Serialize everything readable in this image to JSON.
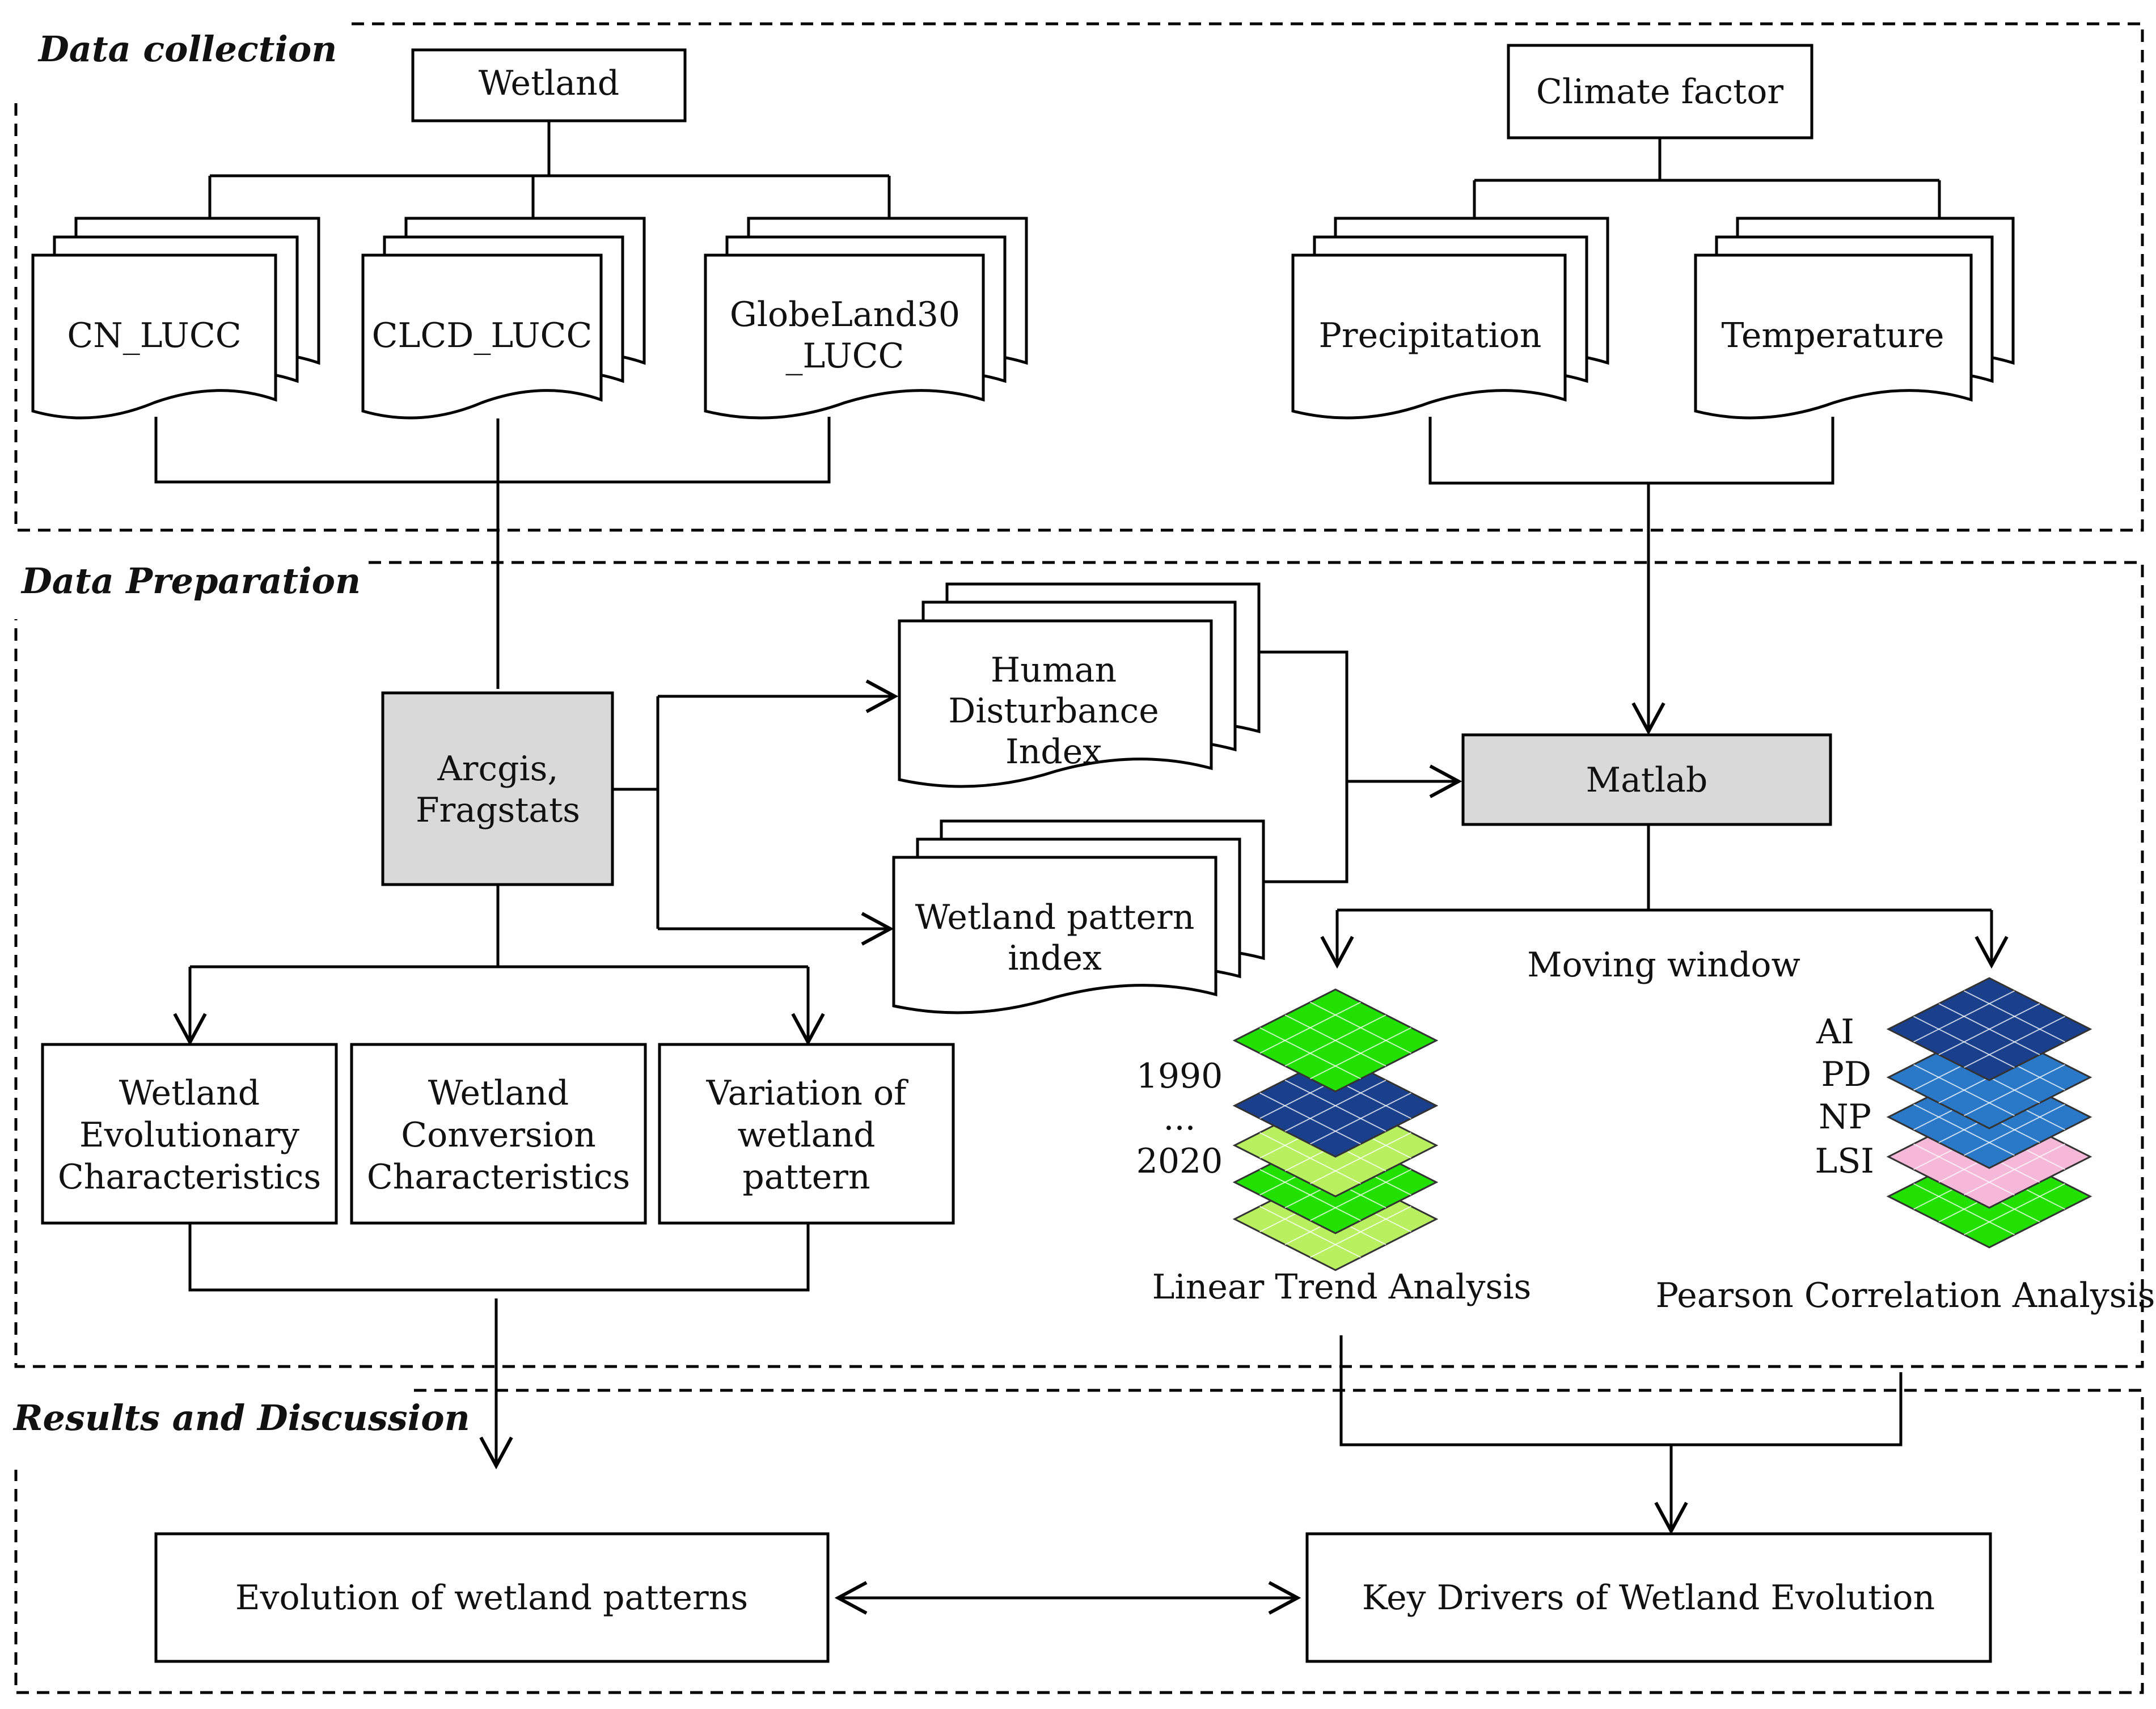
{
  "sections": {
    "data_collection": "Data collection",
    "data_preparation": "Data Preparation",
    "results_discussion": "Results and Discussion"
  },
  "collection": {
    "wetland": "Wetland",
    "cn_lucc": "CN_LUCC",
    "clcd_lucc": "CLCD_LUCC",
    "globeland_line1": "GlobeLand30",
    "globeland_line2": "_LUCC",
    "climate_factor": "Climate factor",
    "precipitation": "Precipitation",
    "temperature": "Temperature"
  },
  "preparation": {
    "arcgis_line1": "Arcgis,",
    "arcgis_line2": "Fragstats",
    "hdi_line1": "Human",
    "hdi_line2": "Disturbance",
    "hdi_line3": "Index",
    "wpi_line1": "Wetland pattern",
    "wpi_line2": "index",
    "matlab": "Matlab",
    "moving_window": "Moving window",
    "evo_line1": "Wetland",
    "evo_line2": "Evolutionary",
    "evo_line3": "Characteristics",
    "conv_line1": "Wetland",
    "conv_line2": "Conversion",
    "conv_line3": "Characteristics",
    "var_line1": "Variation of",
    "var_line2": "wetland",
    "var_line3": "pattern",
    "year_start": "1990",
    "year_dots": "...",
    "year_end": "2020",
    "linear_trend": "Linear Trend Analysis",
    "idx_ai": "AI",
    "idx_pd": "PD",
    "idx_np": "NP",
    "idx_lsi": "LSI",
    "pearson": "Pearson Correlation Analysis"
  },
  "results": {
    "evolution": "Evolution of wetland patterns",
    "drivers": "Key Drivers of Wetland Evolution"
  },
  "colors": {
    "gray_box": "#d9d9d9",
    "green_bright": "#22e000",
    "green_light": "#b8f060",
    "blue_deep": "#1a3f8c",
    "blue_mid": "#2a78c8",
    "pink": "#f5b8d8"
  }
}
